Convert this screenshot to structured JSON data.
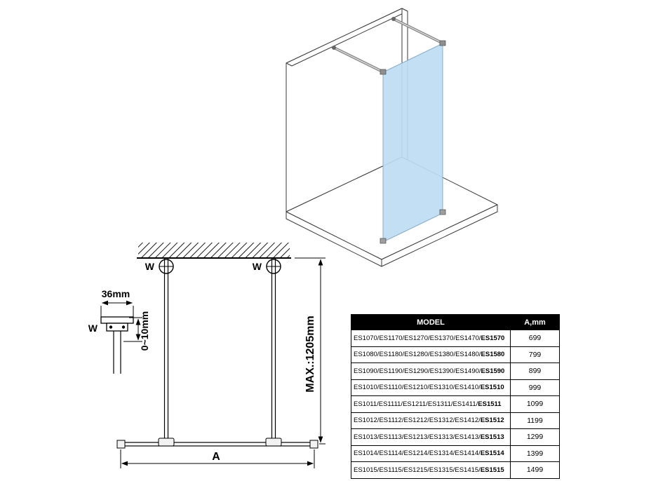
{
  "drawing": {
    "labels": {
      "wall_mount_left": "W",
      "wall_mount_right": "W",
      "bracket_detail": "W",
      "bracket_width": "36mm",
      "adjust_range": "0~10mm",
      "max_height": "MAX.:1205mm",
      "width": "A"
    }
  },
  "colors": {
    "glass": "#bedcf2",
    "glass_edge": "#85aecb",
    "line": "#000000",
    "table_header_bg": "#000000",
    "table_header_text": "#ffffff"
  },
  "table": {
    "headers": [
      "MODEL",
      "A,mm"
    ],
    "rows": [
      {
        "models": "ES1070/ES1170/ES1270/ES1370/ES1470/",
        "bold": "ES1570",
        "value": "699"
      },
      {
        "models": "ES1080/ES1180/ES1280/ES1380/ES1480/",
        "bold": "ES1580",
        "value": "799"
      },
      {
        "models": "ES1090/ES1190/ES1290/ES1390/ES1490/",
        "bold": "ES1590",
        "value": "899"
      },
      {
        "models": "ES1010/ES1110/ES1210/ES1310/ES1410/",
        "bold": "ES1510",
        "value": "999"
      },
      {
        "models": "ES1011/ES1111/ES1211/ES1311/ES1411/",
        "bold": "ES1511",
        "value": "1099"
      },
      {
        "models": "ES1012/ES1112/ES1212/ES1312/ES1412/",
        "bold": "ES1512",
        "value": "1199"
      },
      {
        "models": "ES1013/ES1113/ES1213/ES1313/ES1413/",
        "bold": "ES1513",
        "value": "1299"
      },
      {
        "models": "ES1014/ES1114/ES1214/ES1314/ES1414/",
        "bold": "ES1514",
        "value": "1399"
      },
      {
        "models": "ES1015/ES1115/ES1215/ES1315/ES1415/",
        "bold": "ES1515",
        "value": "1499"
      }
    ]
  }
}
